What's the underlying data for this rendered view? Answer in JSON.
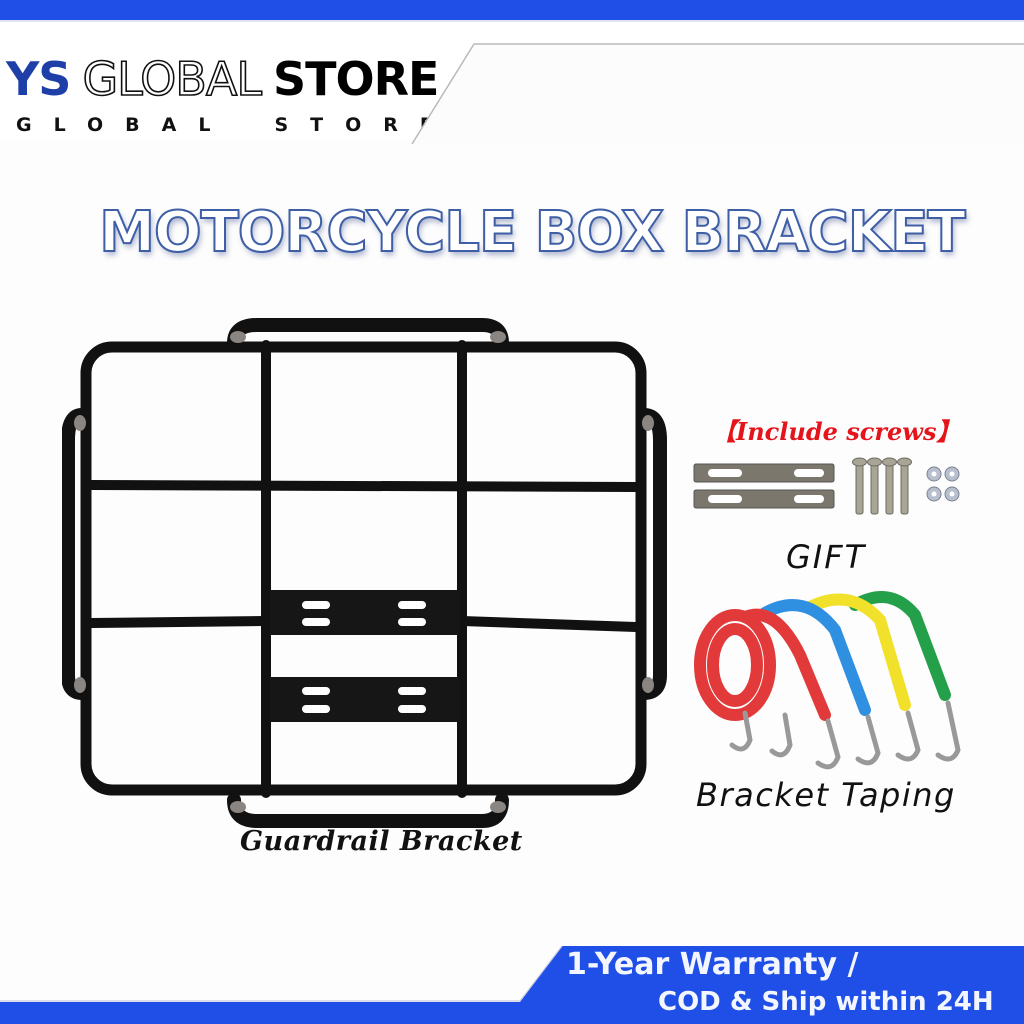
{
  "header": {
    "brand_ys": "YS",
    "brand_global": "GLOBAL",
    "brand_store": "STORE",
    "subtitle_left": "GLOBAL",
    "subtitle_right": "STORE",
    "bar_color": "#1f4fe6",
    "ys_color": "#1e3fa8"
  },
  "product": {
    "title": "MOTORCYCLE BOX BRACKET",
    "main_item_caption": "Guardrail Bracket",
    "mounting_plates": 2,
    "slots_per_plate": 4
  },
  "accessories": {
    "screws_label": "【Include screws】",
    "screws_label_color": "#e5141b",
    "screw_count": 4,
    "nut_count": 4,
    "plate_count": 2,
    "gift_label": "GIFT",
    "gift_item_label": "Bracket Taping",
    "strap_colors": [
      "#e23a3a",
      "#2f8fe0",
      "#f2e12a",
      "#25a04a"
    ]
  },
  "footer": {
    "line1": "1-Year Warranty /",
    "line2": "COD & Ship within 24H",
    "banner_color": "#1f4fe6"
  }
}
